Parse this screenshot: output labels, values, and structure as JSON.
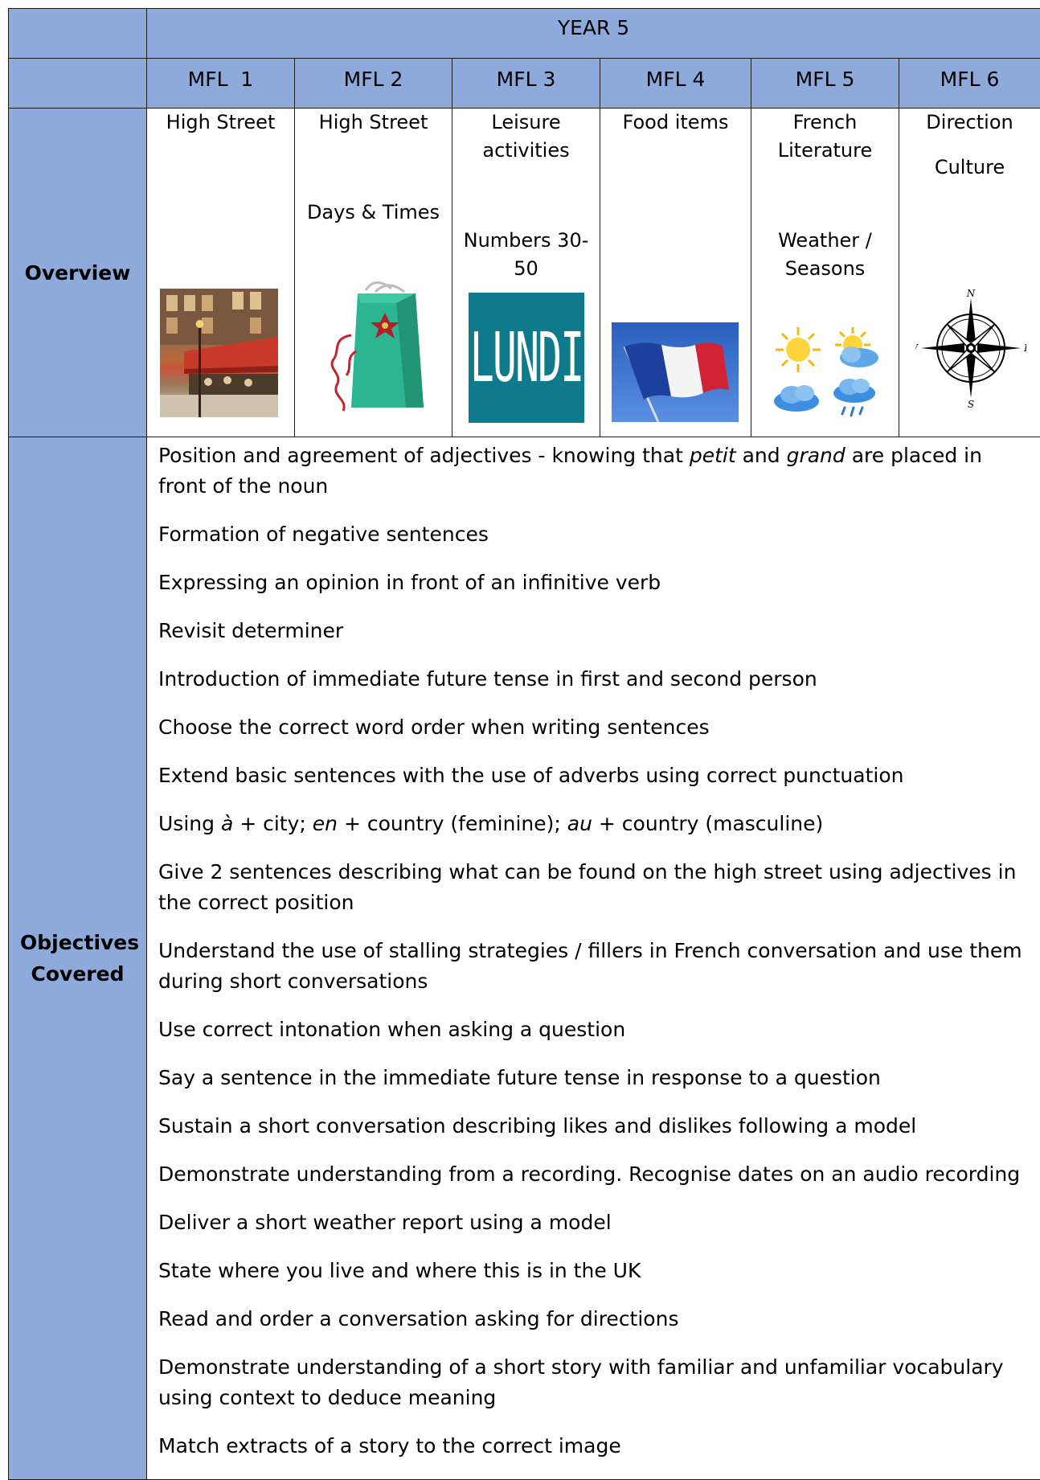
{
  "header": {
    "year_label": "YEAR 5",
    "units": [
      "MFL  1",
      "MFL 2",
      "MFL 3",
      "MFL 4",
      "MFL 5",
      "MFL 6"
    ]
  },
  "overview": {
    "row_label": "Overview",
    "units": [
      {
        "topics": [
          "High Street"
        ],
        "picture": "street-cafe-photo"
      },
      {
        "topics": [
          "High Street",
          "Days & Times"
        ],
        "picture": "gift-bag-image"
      },
      {
        "topics": [
          "Leisure activities",
          "Numbers 30-50"
        ],
        "picture": "lundi-tile",
        "picture_text": "LUNDI"
      },
      {
        "topics": [
          "Food items"
        ],
        "picture": "french-flag-image"
      },
      {
        "topics": [
          "French Literature",
          "Weather / Seasons"
        ],
        "picture": "weather-icons"
      },
      {
        "topics": [
          "Direction",
          "Culture"
        ],
        "picture": "compass-rose-icon",
        "compass_letters": [
          "N",
          "E",
          "S",
          "W"
        ]
      }
    ]
  },
  "objectives": {
    "row_label": "Objectives Covered",
    "items": [
      [
        {
          "t": "Position and agreement of adjectives - knowing that "
        },
        {
          "t": "petit",
          "i": true
        },
        {
          "t": " and "
        },
        {
          "t": "grand",
          "i": true
        },
        {
          "t": " are placed in front of the noun"
        }
      ],
      [
        {
          "t": "Formation of negative sentences"
        }
      ],
      [
        {
          "t": "Expressing an opinion in front of an infinitive verb"
        }
      ],
      [
        {
          "t": "Revisit determiner"
        }
      ],
      [
        {
          "t": "Introduction of immediate future tense in first and second person"
        }
      ],
      [
        {
          "t": "Choose the correct word order when writing sentences"
        }
      ],
      [
        {
          "t": "Extend basic sentences with the use of adverbs using correct punctuation"
        }
      ],
      [
        {
          "t": "Using "
        },
        {
          "t": "à",
          "i": true
        },
        {
          "t": " + city; "
        },
        {
          "t": "en",
          "i": true
        },
        {
          "t": " + country (feminine); "
        },
        {
          "t": "au",
          "i": true
        },
        {
          "t": " + country (masculine)"
        }
      ],
      [
        {
          "t": "Give 2 sentences describing what can be found on the high street using adjectives in the correct position"
        }
      ],
      [
        {
          "t": "Understand the use of stalling strategies / fillers in French conversation and use them during short conversations"
        }
      ],
      [
        {
          "t": "Use correct intonation when asking a question"
        }
      ],
      [
        {
          "t": "Say a sentence in the immediate future tense in response to a question"
        }
      ],
      [
        {
          "t": "Sustain a short conversation describing likes and dislikes following a model"
        }
      ],
      [
        {
          "t": "Demonstrate understanding from a recording. Recognise dates on an audio recording"
        }
      ],
      [
        {
          "t": "Deliver a short weather report using a model"
        }
      ],
      [
        {
          "t": "State where you live and where this is in the UK"
        }
      ],
      [
        {
          "t": "Read and order a conversation asking for directions"
        }
      ],
      [
        {
          "t": "Demonstrate understanding of a short story with familiar and unfamiliar vocabulary using context to deduce meaning"
        }
      ],
      [
        {
          "t": "Match extracts of a story to the correct image"
        }
      ]
    ]
  },
  "colors": {
    "header_fill": "#8eaadb",
    "border": "#1a1a1a"
  }
}
